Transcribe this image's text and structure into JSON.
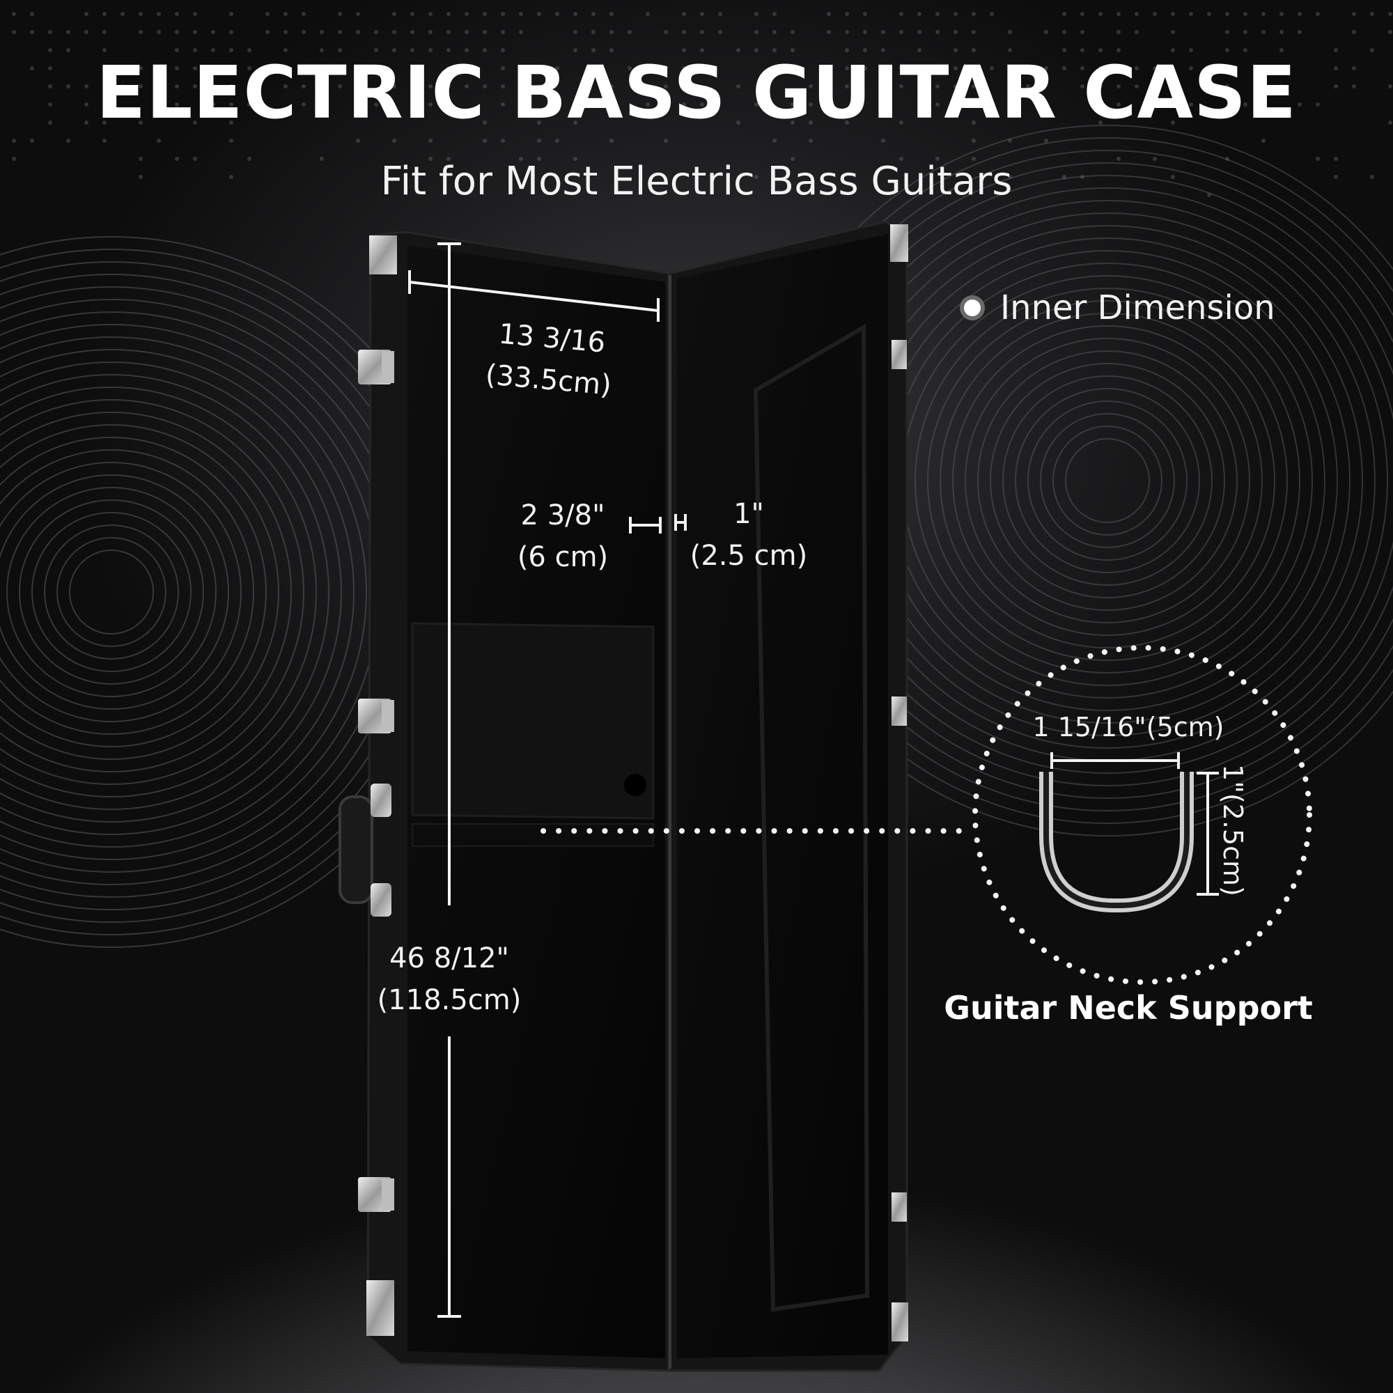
{
  "header": {
    "title": "ELECTRIC BASS GUITAR CASE",
    "subtitle": "Fit for Most Electric Bass Guitars"
  },
  "legend": {
    "label": "Inner Dimension"
  },
  "dimensions": {
    "width": {
      "imperial": "13 3/16",
      "metric": "(33.5cm)"
    },
    "pocket_depth": {
      "imperial": "2 3/8\"",
      "metric": "(6 cm)"
    },
    "gap": {
      "imperial": "1\"",
      "metric": "(2.5 cm)"
    },
    "length": {
      "imperial": "46 8/12\"",
      "metric": "(118.5cm)"
    }
  },
  "neck_support": {
    "title": "Guitar Neck Support",
    "width_label": "1 15/16\"(5cm)",
    "height_label": "1\"(2.5cm)"
  },
  "colors": {
    "background": "#0f0f10",
    "case_exterior": "#141414",
    "case_lining": "#0a0a0a",
    "text": "#ffffff",
    "hardware": "#c8c8c8"
  }
}
